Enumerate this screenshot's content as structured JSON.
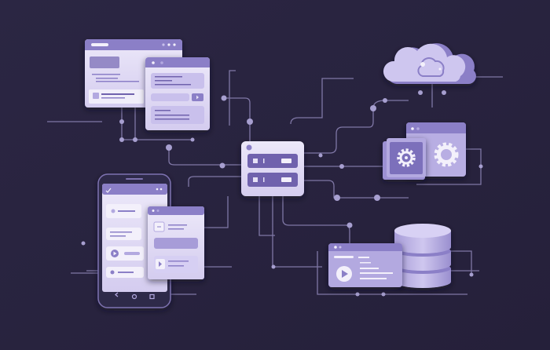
{
  "colors": {
    "background": "#2a2541",
    "accent": "#8b7fc7",
    "accent_dark": "#6f62ad",
    "panel_light": "#e6e1f6",
    "panel_mid": "#c9c0ec",
    "line": "#8f86b8"
  },
  "illustration": {
    "nodes": [
      "browser-window-back",
      "browser-window-front",
      "mobile-phone",
      "phone-overlay-card",
      "server",
      "cloud",
      "settings-window",
      "gear-card",
      "video-card",
      "database"
    ]
  }
}
